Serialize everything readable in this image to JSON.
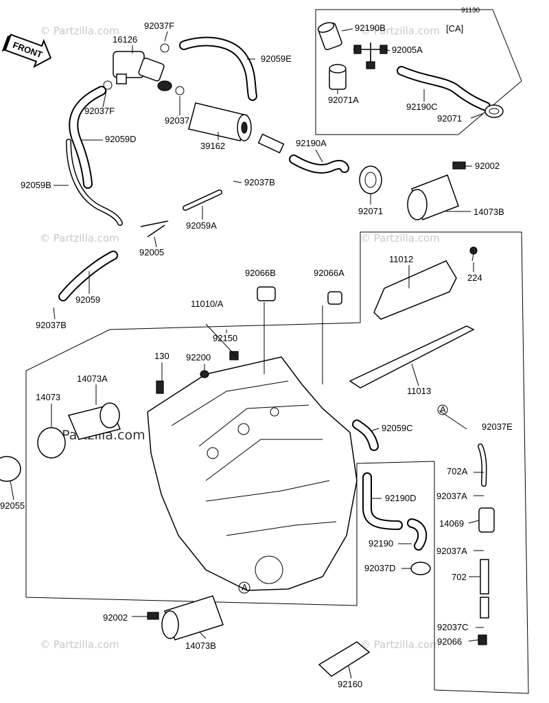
{
  "page_number": "91130",
  "front_label": "FRONT",
  "variant_label": "[CA]",
  "callout": "A",
  "watermark": "© Partzilla.com",
  "brand_watermark": "© Partzilla.com",
  "parts": {
    "p92037F_top": "92037F",
    "p16126": "16126",
    "p92059E": "92059E",
    "p92190B": "92190B",
    "p92005A": "92005A",
    "p92071A": "92071A",
    "p92190C": "92190C",
    "p92071_ca": "92071",
    "p92037F_left": "92037F",
    "p92037": "92037",
    "p92059D": "92059D",
    "p39162": "39162",
    "p92190A": "92190A",
    "p92002_top": "92002",
    "p92059B": "92059B",
    "p92037B_mid": "92037B",
    "p92071": "92071",
    "p14073B_top": "14073B",
    "p92059A": "92059A",
    "p92005": "92005",
    "p11012": "11012",
    "p224": "224",
    "p92059": "92059",
    "p92066B": "92066B",
    "p92066A": "92066A",
    "p92037B_low": "92037B",
    "p11010A": "11010/A",
    "p92150": "92150",
    "p130": "130",
    "p92200": "92200",
    "p11013": "11013",
    "p14073A": "14073A",
    "p14073": "14073",
    "p92059C": "92059C",
    "p92037E": "92037E",
    "p702A": "702A",
    "p92055": "92055",
    "p92190D": "92190D",
    "p92037A_1": "92037A",
    "p14069": "14069",
    "p92190": "92190",
    "p92037A_2": "92037A",
    "p92037D": "92037D",
    "p702": "702",
    "p92002_low": "92002",
    "p92037C": "92037C",
    "p92066": "92066",
    "p14073B_low": "14073B",
    "p92160": "92160"
  }
}
